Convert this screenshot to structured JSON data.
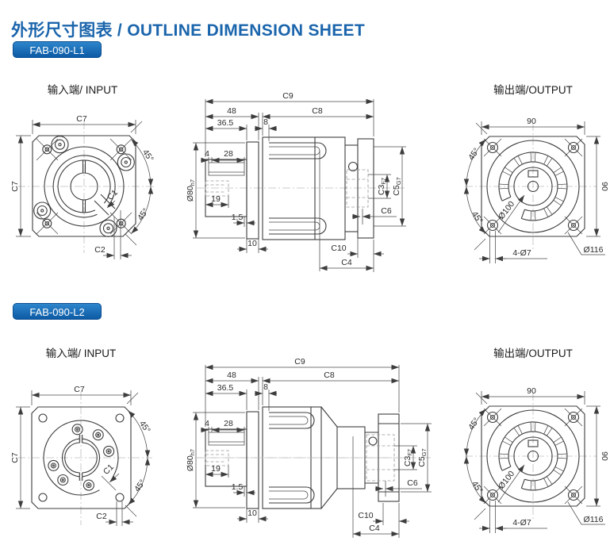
{
  "header": {
    "title": "外形尺寸图表 / OUTLINE DIMENSION SHEET"
  },
  "colors": {
    "title_blue": "#1b65ac",
    "badge_top": "#2e86cb",
    "badge_bottom": "#0c5aa5",
    "badge_border": "#0a4e92",
    "drawing_line": "#3c3c3c",
    "dim_text": "#2b2b2b"
  },
  "sections": [
    {
      "badge": "FAB-090-L1",
      "input_label": "输入端/ INPUT",
      "output_label": "输出端/OUTPUT"
    },
    {
      "badge": "FAB-090-L2",
      "input_label": "输入端/ INPUT",
      "output_label": "输出端/OUTPUT"
    }
  ],
  "dims": {
    "c7": "C7",
    "c1": "C1",
    "c2": "C2",
    "deg45": "45°",
    "c9": "C9",
    "len48": "48",
    "c8": "C8",
    "len36_5": "36.5",
    "len8": "8",
    "len4": "4",
    "len28": "28",
    "len19": "19",
    "len1_5": "1.5",
    "len10": "10",
    "c10": "C10",
    "c4": "C4",
    "c6": "C6",
    "c3": "C3",
    "c3_tol": "F7",
    "c5": "C5",
    "c5_tol": "G7",
    "shaft_dia": "Ø80",
    "shaft_tol": "h7",
    "out_size": "90",
    "bolt_circle": "Ø100",
    "bolt_holes": "4-Ø7",
    "pilot": "Ø116"
  }
}
